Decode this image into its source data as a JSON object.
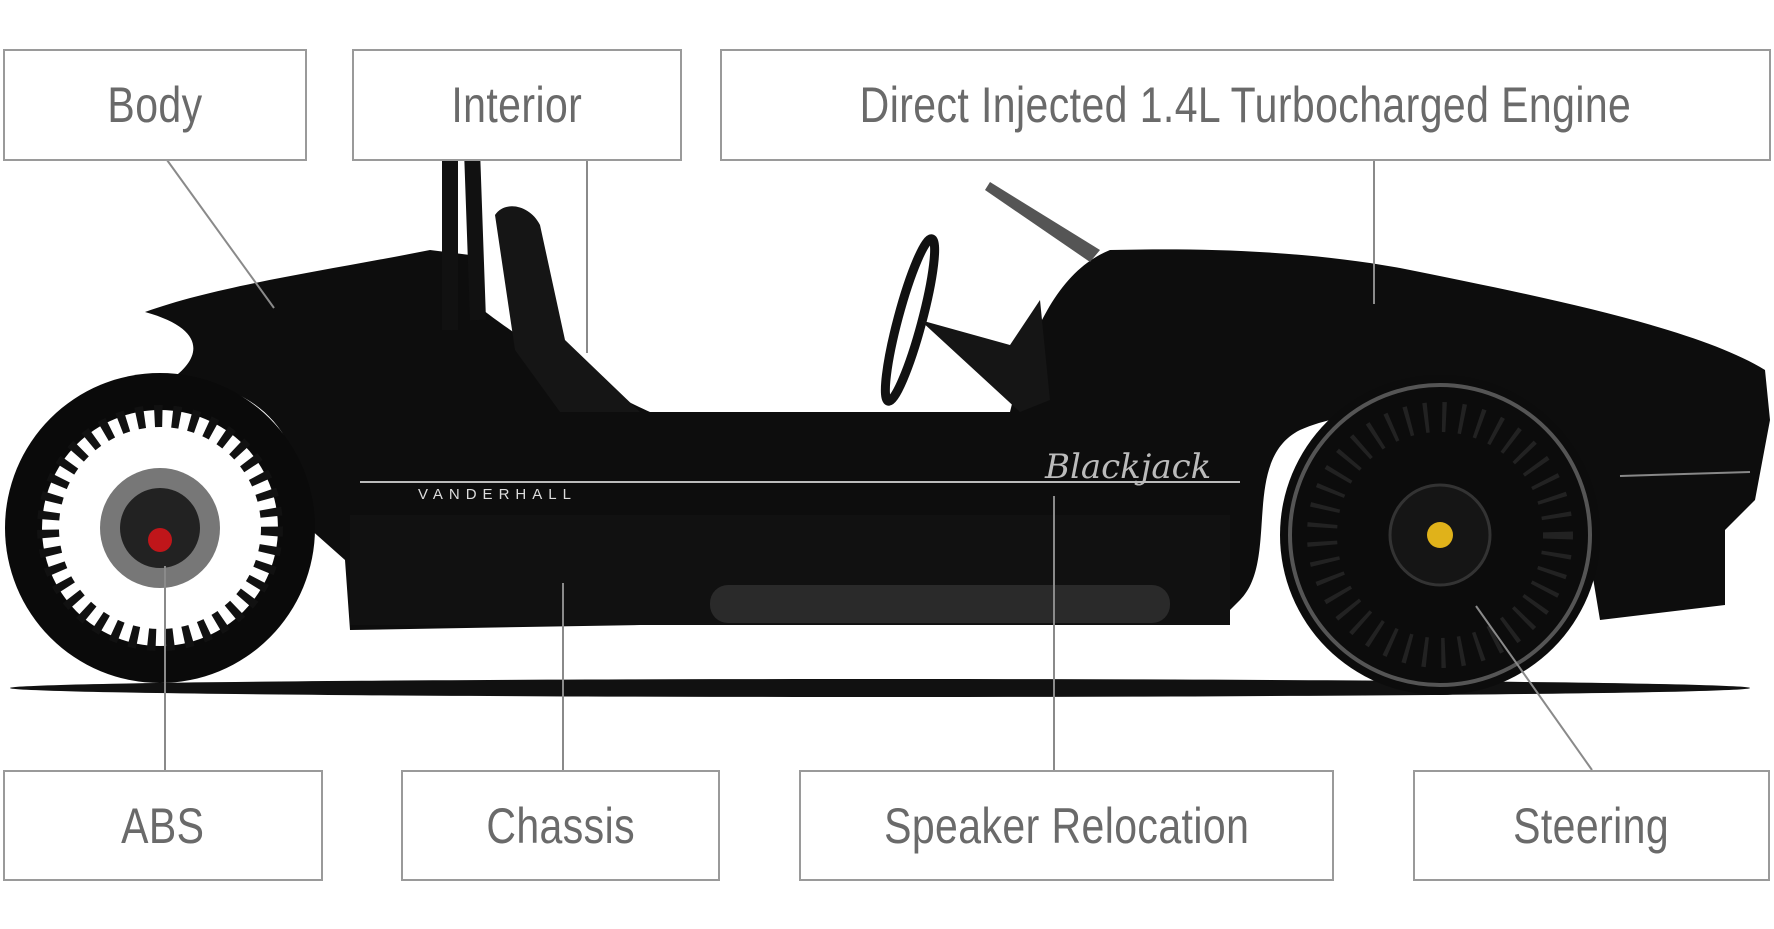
{
  "labels": {
    "body": "Body",
    "interior": "Interior",
    "engine": "Direct Injected 1.4L Turbocharged Engine",
    "abs": "ABS",
    "chassis": "Chassis",
    "speaker": "Speaker Relocation",
    "steering": "Steering"
  },
  "vehicle": {
    "brand": "VANDERHALL",
    "model": "Blackjack"
  },
  "colors": {
    "body": "#0d0d0d",
    "label_text": "#6a6a6a",
    "label_border": "#9a9a9a",
    "leader_line": "#8a8a8a"
  }
}
